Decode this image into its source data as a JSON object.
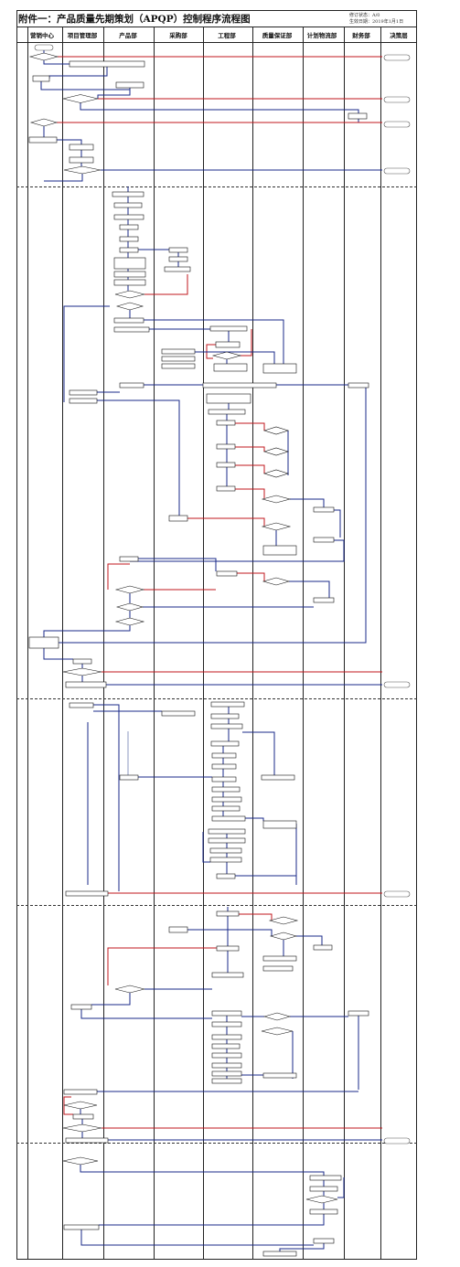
{
  "title": "附件一：产品质量先期策划（APQP）控制程序流程图",
  "meta": {
    "revision": "修订状态：A/0",
    "effective_date": "生效日期：2019年1月1日"
  },
  "lanes": [
    {
      "id": "marketing",
      "label": "营销中心"
    },
    {
      "id": "project",
      "label": "项目管理部"
    },
    {
      "id": "product",
      "label": "产品部"
    },
    {
      "id": "purchasing",
      "label": "采购部"
    },
    {
      "id": "engineering",
      "label": "工程部"
    },
    {
      "id": "quality",
      "label": "质量保证部"
    },
    {
      "id": "planning",
      "label": "计划物流部"
    },
    {
      "id": "finance",
      "label": "财务部"
    },
    {
      "id": "decision",
      "label": "决策层"
    }
  ],
  "colors": {
    "flow_main": "#1a2a8a",
    "flow_reject": "#c0171e",
    "flow_secondary": "#7080b0"
  }
}
